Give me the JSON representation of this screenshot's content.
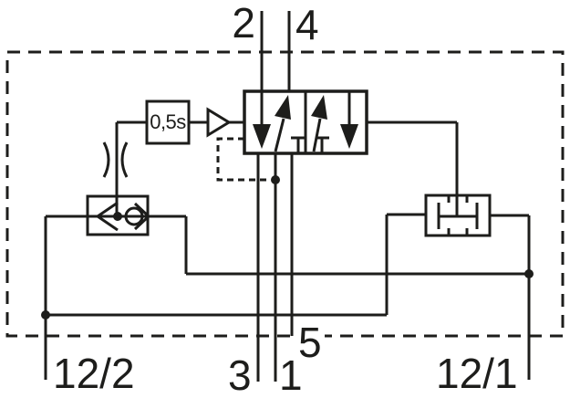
{
  "diagram": {
    "kind": "pneumatic valve circuit schematic",
    "timer": {
      "label": "0,5s"
    },
    "ports": {
      "top": [
        {
          "label": "2"
        },
        {
          "label": "4"
        }
      ],
      "bottom": [
        {
          "label": "3"
        },
        {
          "label": "1"
        },
        {
          "label": "5"
        }
      ],
      "bottom_left": {
        "label": "12/2"
      },
      "bottom_right": {
        "label": "12/1"
      }
    },
    "colors": {
      "line": "#1d1d1b",
      "background": "#ffffff"
    }
  }
}
